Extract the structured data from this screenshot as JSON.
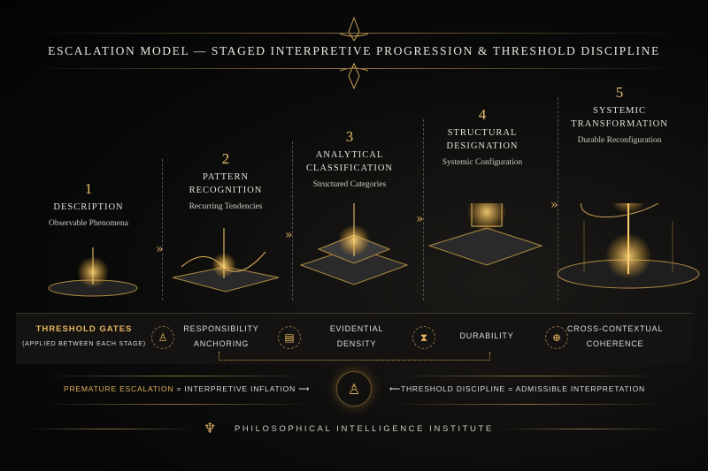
{
  "title": "ESCALATION MODEL — STAGED INTERPRETIVE PROGRESSION & THRESHOLD DISCIPLINE",
  "stages": [
    {
      "number": "1",
      "name": "DESCRIPTION",
      "subtitle": "Observable Phenomena"
    },
    {
      "number": "2",
      "name": "PATTERN RECOGNITION",
      "subtitle": "Recurring Tendencies"
    },
    {
      "number": "3",
      "name": "ANALYTICAL CLASSIFICATION",
      "subtitle": "Structured Categories"
    },
    {
      "number": "4",
      "name": "STRUCTURAL DESIGNATION",
      "subtitle": "Systemic Configuration"
    },
    {
      "number": "5",
      "name": "SYSTEMIC TRANSFORMATION",
      "subtitle": "Durable Reconfiguration"
    }
  ],
  "gates": {
    "title": "THRESHOLD GATES",
    "note": "(APPLIED BETWEEN EACH STAGE)",
    "items": [
      {
        "label": "RESPONSIBILITY ANCHORING",
        "icon": "person-icon"
      },
      {
        "label": "EVIDENTIAL DENSITY",
        "icon": "document-icon"
      },
      {
        "label": "DURABILITY",
        "icon": "hourglass-icon"
      },
      {
        "label": "CROSS-CONTEXTUAL COHERENCE",
        "icon": "globe-icon"
      }
    ]
  },
  "equations": {
    "left_term": "PREMATURE ESCALATION",
    "left_eq": "= INTERPRETIVE INFLATION",
    "right_term": "THRESHOLD DISCIPLINE",
    "right_eq": "= ADMISSIBLE INTERPRETATION"
  },
  "footer": "PHILOSOPHICAL INTELLIGENCE INSTITUTE",
  "colors": {
    "gold": "#e3b55c",
    "background": "#050505"
  }
}
